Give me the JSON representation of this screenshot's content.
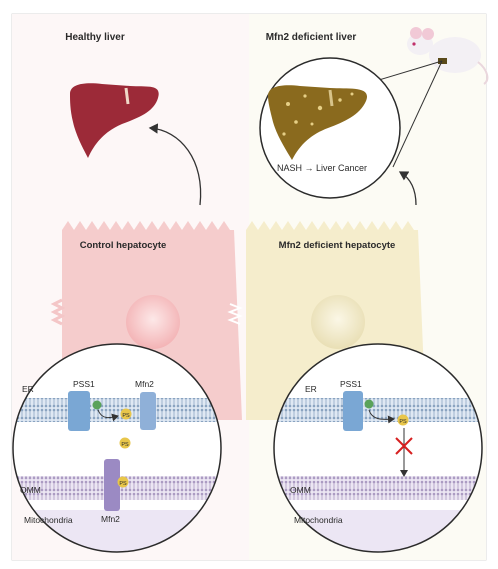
{
  "panels": {
    "left_title": "Healthy liver",
    "right_title": "Mfn2 deficient liver"
  },
  "cells": {
    "left_label": "Control hepatocyte",
    "right_label": "Mfn2 deficient hepatocyte"
  },
  "disease": {
    "label": "NASH → Liver Cancer"
  },
  "membranes": {
    "er_label": "ER",
    "omm_label": "OMM",
    "mito_label": "Mitochondria"
  },
  "proteins": {
    "pss1": "PSS1",
    "mfn2": "Mfn2",
    "ps": "PS"
  },
  "colors": {
    "healthy_liver": "#9c2a38",
    "fatty_liver": "#8a6a1e",
    "control_cell": "#f4c6c7",
    "deficient_cell": "#f4ecc9",
    "pss1": "#7aa7d4",
    "mfn2_mito": "#9b8ac3",
    "ps_bubble": "#e8c64a",
    "block": "#d62020"
  }
}
